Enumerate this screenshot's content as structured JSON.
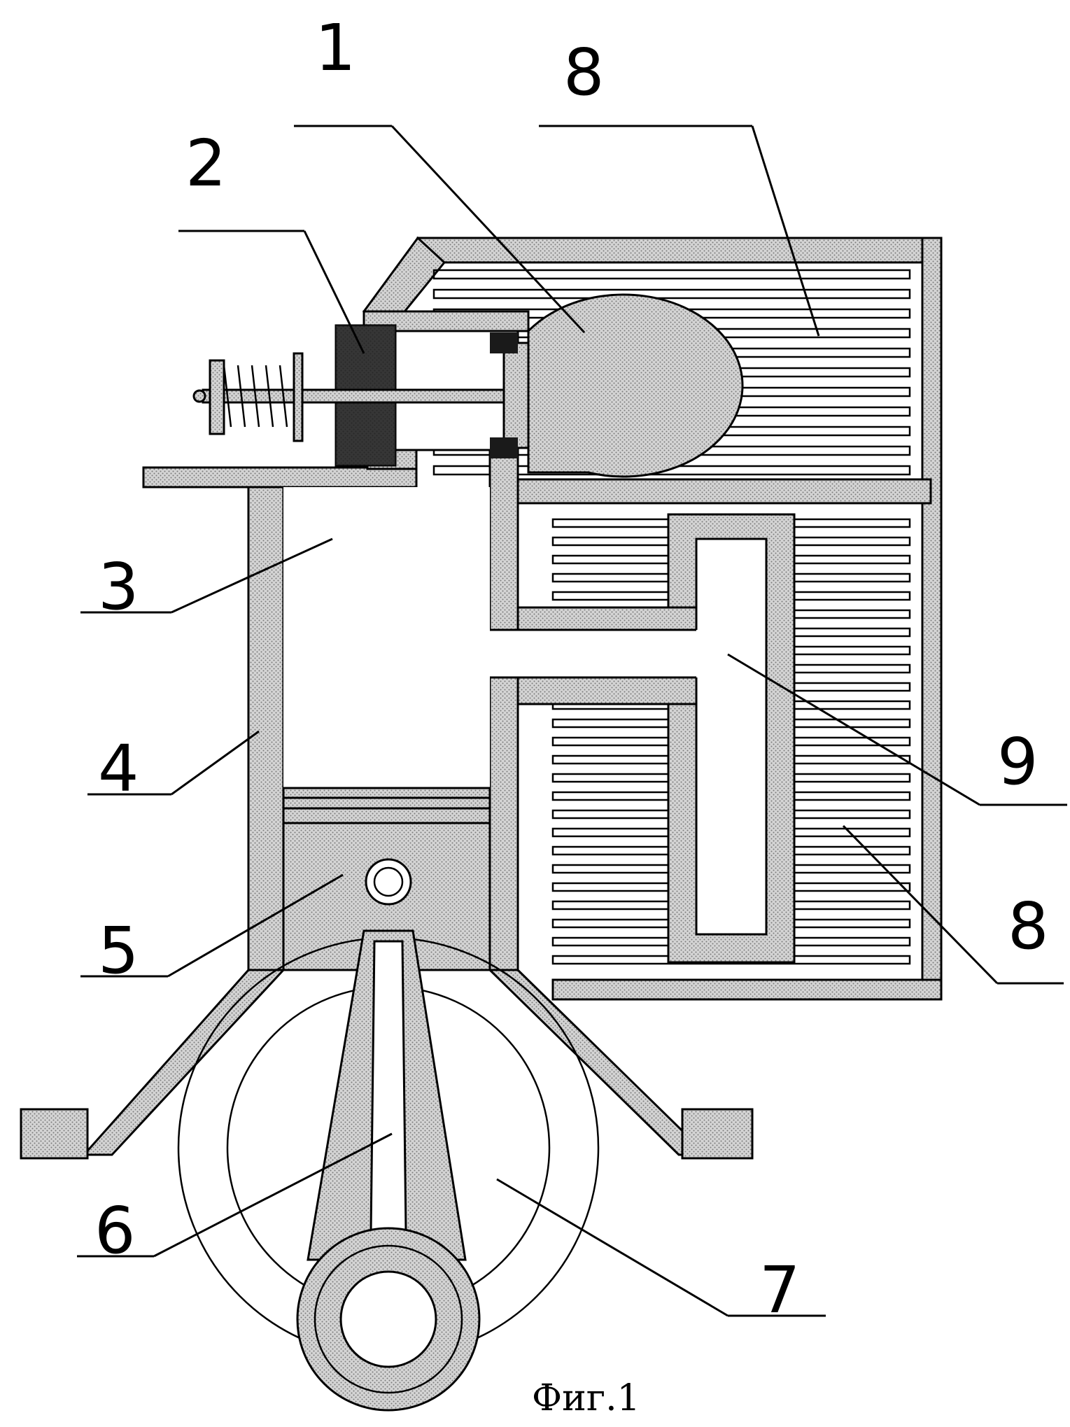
{
  "labels": {
    "l1": "1",
    "l2": "2",
    "l3": "3",
    "l4": "4",
    "l5": "5",
    "l6": "6",
    "l7": "7",
    "l8_top": "8",
    "l8_bottom": "8",
    "l9": "9"
  },
  "caption": "Фиг.1"
}
